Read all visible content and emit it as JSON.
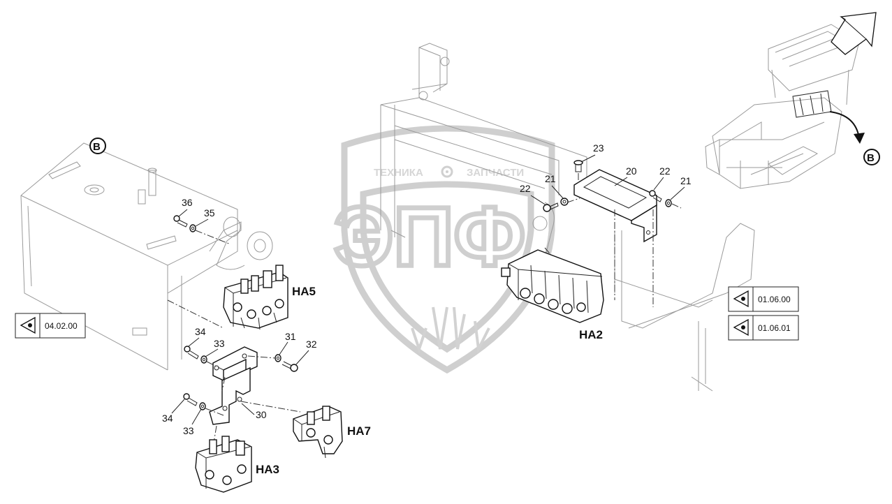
{
  "callouts": {
    "c20": "20",
    "c21a": "21",
    "c21b": "21",
    "c22a": "22",
    "c22b": "22",
    "c23": "23",
    "c30": "30",
    "c31": "31",
    "c32": "32",
    "c33a": "33",
    "c33b": "33",
    "c34a": "34",
    "c34b": "34",
    "c35": "35",
    "c36": "36"
  },
  "valves": {
    "ha2": "HA2",
    "ha3": "HA3",
    "ha5": "HA5",
    "ha7": "HA7"
  },
  "view_markers": {
    "left": "B",
    "right": "B"
  },
  "refs": {
    "left": "04.02.00",
    "right_top": "01.06.00",
    "right_bottom": "01.06.01"
  },
  "watermark": {
    "left_word": "ТЕХНИКА",
    "right_word": "ЗАПЧАСТИ",
    "logo": "ЭПФ"
  },
  "icons": [
    "eye-icon",
    "gear-icon",
    "arrow-icon"
  ]
}
